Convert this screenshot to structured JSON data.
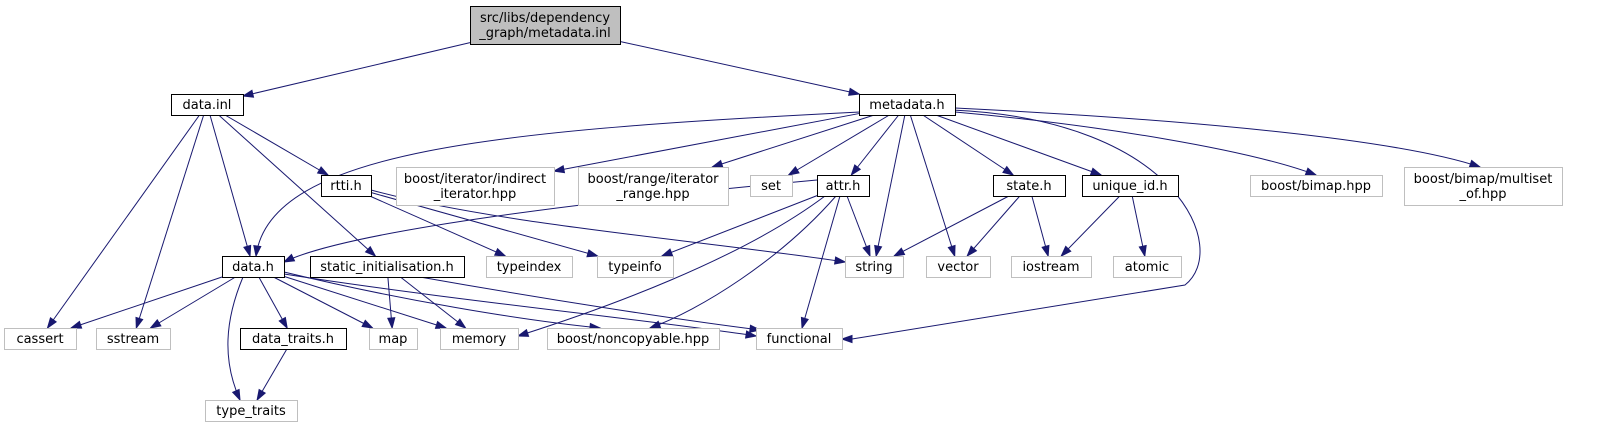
{
  "graph": {
    "colors": {
      "edge": "#191970",
      "root_fill": "#bfbfbf",
      "local_border": "#000000",
      "external_border": "#bfbfbf"
    },
    "nodes": [
      {
        "id": "root",
        "kind": "root",
        "lines": [
          "src/libs/dependency",
          "_graph/metadata.inl"
        ]
      },
      {
        "id": "data_inl",
        "kind": "local",
        "lines": [
          "data.inl"
        ]
      },
      {
        "id": "metadata_h",
        "kind": "local",
        "lines": [
          "metadata.h"
        ]
      },
      {
        "id": "rtti_h",
        "kind": "local",
        "lines": [
          "rtti.h"
        ]
      },
      {
        "id": "static_init",
        "kind": "local",
        "lines": [
          "static_initialisation.h"
        ]
      },
      {
        "id": "data_h",
        "kind": "local",
        "lines": [
          "data.h"
        ]
      },
      {
        "id": "data_traits",
        "kind": "local",
        "lines": [
          "data_traits.h"
        ]
      },
      {
        "id": "attr_h",
        "kind": "local",
        "lines": [
          "attr.h"
        ]
      },
      {
        "id": "state_h",
        "kind": "local",
        "lines": [
          "state.h"
        ]
      },
      {
        "id": "unique_id",
        "kind": "local",
        "lines": [
          "unique_id.h"
        ]
      },
      {
        "id": "boost_iter",
        "kind": "external",
        "lines": [
          "boost/iterator/indirect",
          "_iterator.hpp"
        ]
      },
      {
        "id": "boost_range",
        "kind": "external",
        "lines": [
          "boost/range/iterator",
          "_range.hpp"
        ]
      },
      {
        "id": "set",
        "kind": "external",
        "lines": [
          "set"
        ]
      },
      {
        "id": "boost_bimap",
        "kind": "external",
        "lines": [
          "boost/bimap.hpp"
        ]
      },
      {
        "id": "boost_multiset",
        "kind": "external",
        "lines": [
          "boost/bimap/multiset",
          "_of.hpp"
        ]
      },
      {
        "id": "typeindex",
        "kind": "external",
        "lines": [
          "typeindex"
        ]
      },
      {
        "id": "typeinfo",
        "kind": "external",
        "lines": [
          "typeinfo"
        ]
      },
      {
        "id": "string",
        "kind": "external",
        "lines": [
          "string"
        ]
      },
      {
        "id": "vector",
        "kind": "external",
        "lines": [
          "vector"
        ]
      },
      {
        "id": "iostream",
        "kind": "external",
        "lines": [
          "iostream"
        ]
      },
      {
        "id": "atomic",
        "kind": "external",
        "lines": [
          "atomic"
        ]
      },
      {
        "id": "cassert",
        "kind": "external",
        "lines": [
          "cassert"
        ]
      },
      {
        "id": "sstream",
        "kind": "external",
        "lines": [
          "sstream"
        ]
      },
      {
        "id": "map",
        "kind": "external",
        "lines": [
          "map"
        ]
      },
      {
        "id": "memory",
        "kind": "external",
        "lines": [
          "memory"
        ]
      },
      {
        "id": "noncopyable",
        "kind": "external",
        "lines": [
          "boost/noncopyable.hpp"
        ]
      },
      {
        "id": "functional",
        "kind": "external",
        "lines": [
          "functional"
        ]
      },
      {
        "id": "type_traits",
        "kind": "external",
        "lines": [
          "type_traits"
        ]
      }
    ],
    "edges": [
      {
        "from": "root",
        "to": "data_inl"
      },
      {
        "from": "root",
        "to": "metadata_h"
      },
      {
        "from": "data_inl",
        "to": "rtti_h"
      },
      {
        "from": "data_inl",
        "to": "static_init"
      },
      {
        "from": "data_inl",
        "to": "data_h"
      },
      {
        "from": "data_inl",
        "to": "cassert"
      },
      {
        "from": "data_inl",
        "to": "sstream"
      },
      {
        "from": "metadata_h",
        "to": "data_h"
      },
      {
        "from": "metadata_h",
        "to": "boost_iter"
      },
      {
        "from": "metadata_h",
        "to": "boost_range"
      },
      {
        "from": "metadata_h",
        "to": "set"
      },
      {
        "from": "metadata_h",
        "to": "attr_h"
      },
      {
        "from": "metadata_h",
        "to": "string"
      },
      {
        "from": "metadata_h",
        "to": "vector"
      },
      {
        "from": "metadata_h",
        "to": "state_h"
      },
      {
        "from": "metadata_h",
        "to": "unique_id"
      },
      {
        "from": "metadata_h",
        "to": "boost_bimap"
      },
      {
        "from": "metadata_h",
        "to": "boost_multiset"
      },
      {
        "from": "metadata_h",
        "to": "functional"
      },
      {
        "from": "rtti_h",
        "to": "typeindex"
      },
      {
        "from": "rtti_h",
        "to": "typeinfo"
      },
      {
        "from": "rtti_h",
        "to": "string"
      },
      {
        "from": "attr_h",
        "to": "data_h"
      },
      {
        "from": "attr_h",
        "to": "typeinfo"
      },
      {
        "from": "attr_h",
        "to": "memory"
      },
      {
        "from": "attr_h",
        "to": "noncopyable"
      },
      {
        "from": "attr_h",
        "to": "functional"
      },
      {
        "from": "attr_h",
        "to": "string"
      },
      {
        "from": "state_h",
        "to": "string"
      },
      {
        "from": "state_h",
        "to": "vector"
      },
      {
        "from": "state_h",
        "to": "iostream"
      },
      {
        "from": "unique_id",
        "to": "iostream"
      },
      {
        "from": "unique_id",
        "to": "atomic"
      },
      {
        "from": "static_init",
        "to": "map"
      },
      {
        "from": "static_init",
        "to": "memory"
      },
      {
        "from": "static_init",
        "to": "functional"
      },
      {
        "from": "data_h",
        "to": "cassert"
      },
      {
        "from": "data_h",
        "to": "sstream"
      },
      {
        "from": "data_h",
        "to": "type_traits"
      },
      {
        "from": "data_h",
        "to": "data_traits"
      },
      {
        "from": "data_h",
        "to": "map"
      },
      {
        "from": "data_h",
        "to": "memory"
      },
      {
        "from": "data_h",
        "to": "noncopyable"
      },
      {
        "from": "data_h",
        "to": "functional"
      },
      {
        "from": "data_traits",
        "to": "type_traits"
      }
    ]
  }
}
